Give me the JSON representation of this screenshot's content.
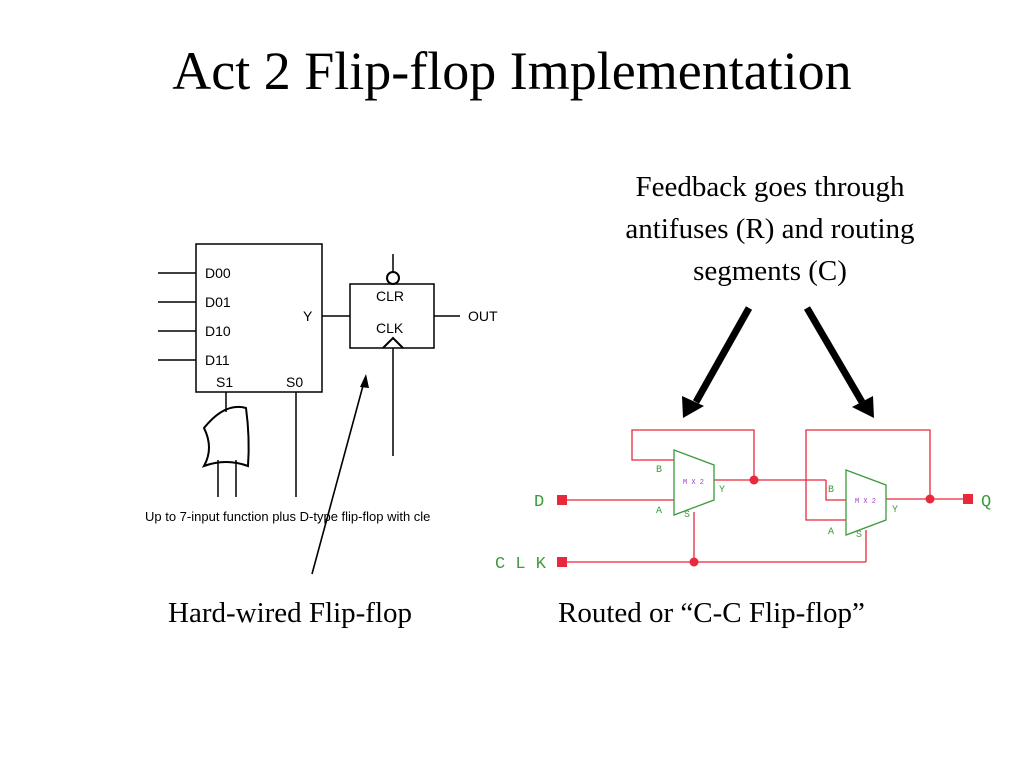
{
  "slide": {
    "title": "Act 2 Flip-flop Implementation",
    "note_lines": [
      "Feedback goes through",
      "antifuses (R) and routing",
      "segments (C)"
    ],
    "caption_left": "Hard-wired Flip-flop",
    "caption_right": "Routed or “C-C Flip-flop”"
  },
  "hardwired": {
    "mux_inputs": [
      "D00",
      "D01",
      "D10",
      "D11"
    ],
    "mux_output": "Y",
    "mux_selects": [
      "S1",
      "S0"
    ],
    "ff_clear": "CLR",
    "ff_clock": "CLK",
    "ff_output": "OUT",
    "description": "Up to 7-input function plus D-type flip-flop with cle"
  },
  "routed": {
    "input_d": "D",
    "input_clk": "C L K",
    "output_q": "Q",
    "mux_label": "M X 2",
    "mux_pin_a": "A",
    "mux_pin_b": "B",
    "mux_pin_s": "S",
    "mux_pin_y": "Y"
  },
  "colors": {
    "wire": "#e8283c",
    "wire_light": "#f08080",
    "mux_outline": "#3c9a3c",
    "mux_label": "#a040c0",
    "pin_label": "#3c9a3c"
  }
}
